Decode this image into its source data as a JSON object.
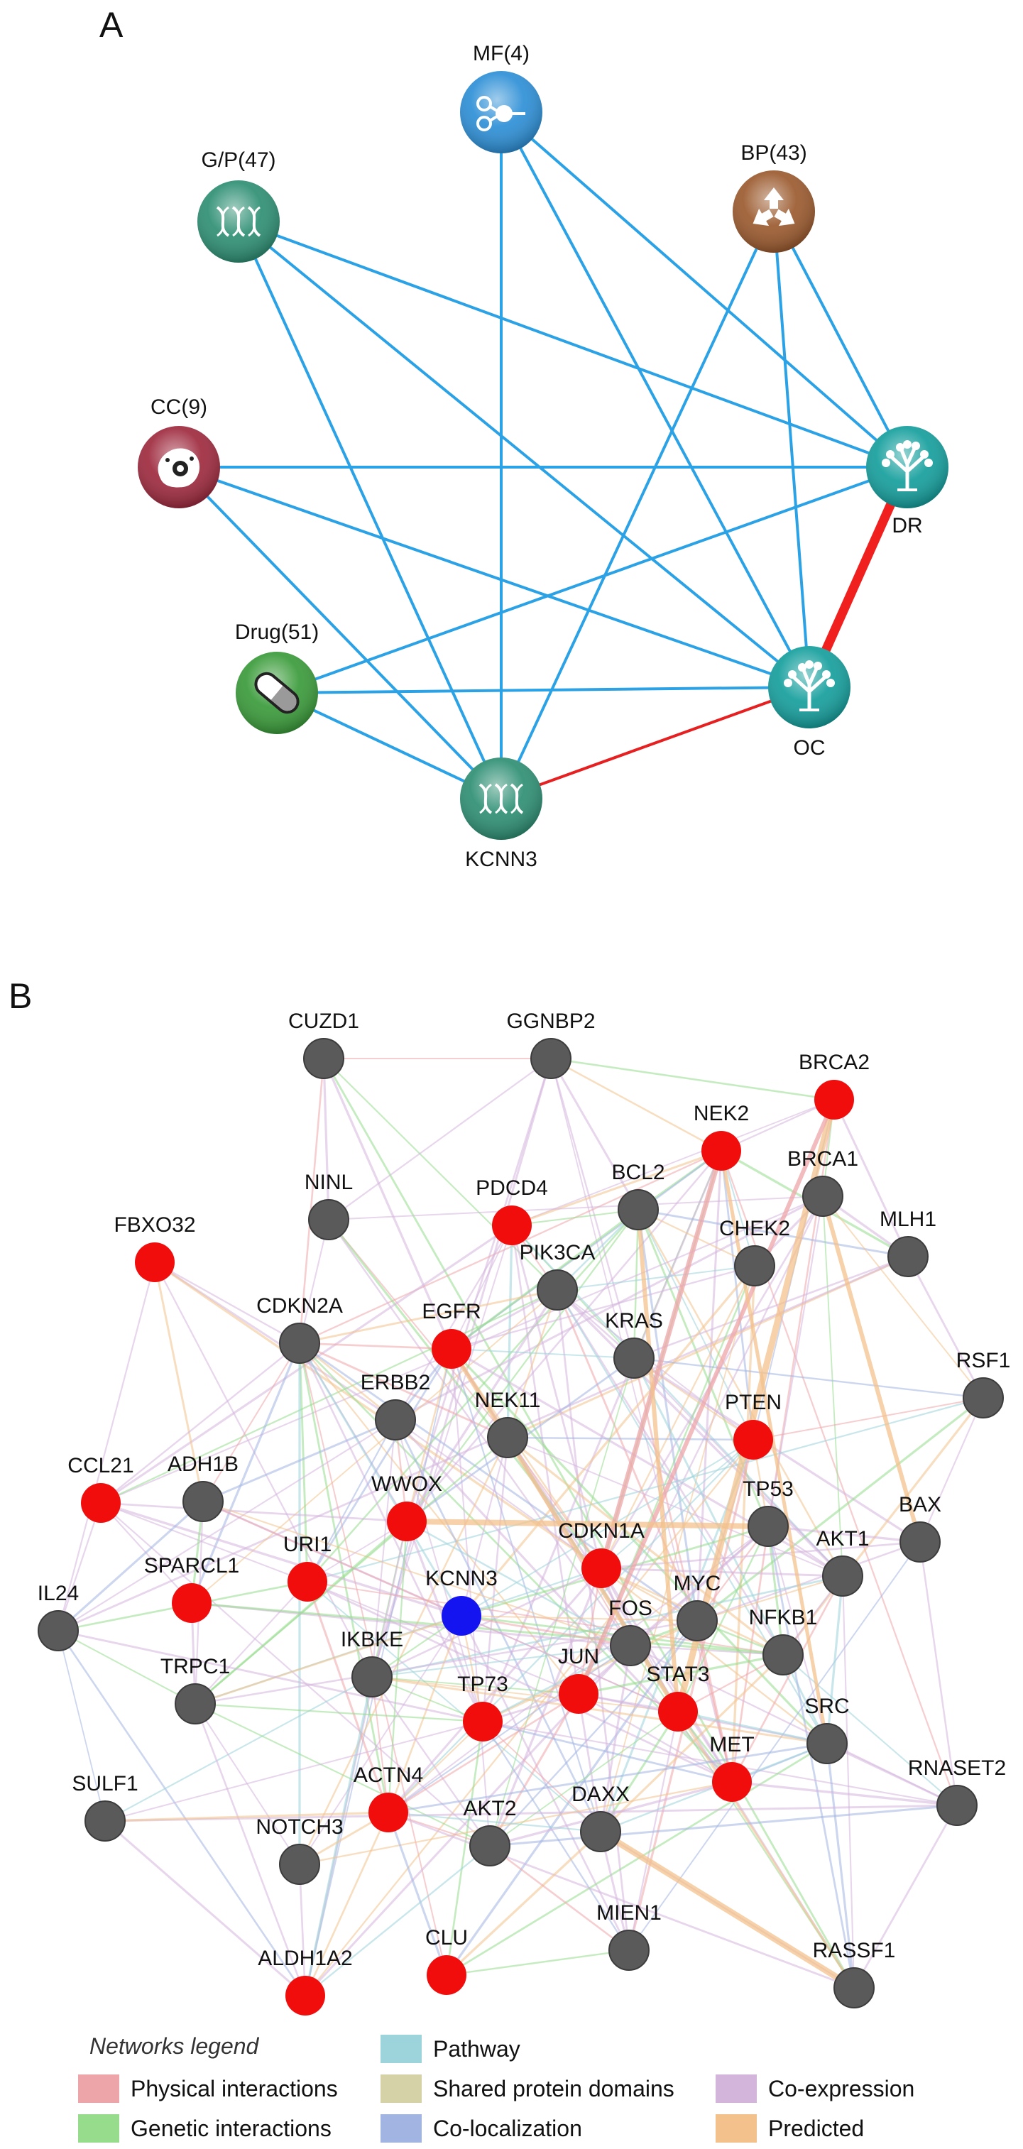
{
  "panel_a": {
    "label": "A",
    "nodes": [
      {
        "id": "MF",
        "label": "MF(4)",
        "icon": "network-share-icon",
        "color": "#2d8fd6"
      },
      {
        "id": "GP",
        "label": "G/P(47)",
        "icon": "dna-icon",
        "color": "#2e8f73"
      },
      {
        "id": "BP",
        "label": "BP(43)",
        "icon": "recycle-icon",
        "color": "#9b5a2e"
      },
      {
        "id": "CC",
        "label": "CC(9)",
        "icon": "cell-icon",
        "color": "#9e2a3e"
      },
      {
        "id": "DR",
        "label": "DR",
        "icon": "tree-icon",
        "color": "#159f9d"
      },
      {
        "id": "Drug",
        "label": "Drug(51)",
        "icon": "pill-icon",
        "color": "#3a9b3a"
      },
      {
        "id": "OC",
        "label": "OC",
        "icon": "tree-icon",
        "color": "#159f9d"
      },
      {
        "id": "KCNN3",
        "label": "KCNN3",
        "icon": "dna-icon",
        "color": "#2e8f73"
      }
    ],
    "edges": [
      [
        "MF",
        "DR",
        "blue"
      ],
      [
        "MF",
        "OC",
        "blue"
      ],
      [
        "MF",
        "KCNN3",
        "blue"
      ],
      [
        "GP",
        "DR",
        "blue"
      ],
      [
        "GP",
        "OC",
        "blue"
      ],
      [
        "GP",
        "KCNN3",
        "blue"
      ],
      [
        "BP",
        "DR",
        "blue"
      ],
      [
        "BP",
        "OC",
        "blue"
      ],
      [
        "BP",
        "KCNN3",
        "blue"
      ],
      [
        "CC",
        "DR",
        "blue"
      ],
      [
        "CC",
        "OC",
        "blue"
      ],
      [
        "CC",
        "KCNN3",
        "blue"
      ],
      [
        "Drug",
        "DR",
        "blue"
      ],
      [
        "Drug",
        "OC",
        "blue"
      ],
      [
        "Drug",
        "KCNN3",
        "blue"
      ],
      [
        "DR",
        "OC",
        "red-thick"
      ],
      [
        "KCNN3",
        "OC",
        "red"
      ]
    ]
  },
  "panel_b": {
    "label": "B",
    "nodes": [
      {
        "id": "CUZD1",
        "label": "CUZD1",
        "color": "gray"
      },
      {
        "id": "GGNBP2",
        "label": "GGNBP2",
        "color": "gray"
      },
      {
        "id": "BRCA2",
        "label": "BRCA2",
        "color": "red"
      },
      {
        "id": "NEK2",
        "label": "NEK2",
        "color": "red"
      },
      {
        "id": "NINL",
        "label": "NINL",
        "color": "gray"
      },
      {
        "id": "PDCD4",
        "label": "PDCD4",
        "color": "red"
      },
      {
        "id": "BCL2",
        "label": "BCL2",
        "color": "gray"
      },
      {
        "id": "BRCA1",
        "label": "BRCA1",
        "color": "gray"
      },
      {
        "id": "FBXO32",
        "label": "FBXO32",
        "color": "red"
      },
      {
        "id": "MLH1",
        "label": "MLH1",
        "color": "gray"
      },
      {
        "id": "PIK3CA",
        "label": "PIK3CA",
        "color": "gray"
      },
      {
        "id": "CHEK2",
        "label": "CHEK2",
        "color": "gray"
      },
      {
        "id": "CDKN2A",
        "label": "CDKN2A",
        "color": "gray"
      },
      {
        "id": "EGFR",
        "label": "EGFR",
        "color": "red"
      },
      {
        "id": "KRAS",
        "label": "KRAS",
        "color": "gray"
      },
      {
        "id": "RSF1",
        "label": "RSF1",
        "color": "gray"
      },
      {
        "id": "ERBB2",
        "label": "ERBB2",
        "color": "gray"
      },
      {
        "id": "NEK11",
        "label": "NEK11",
        "color": "gray"
      },
      {
        "id": "PTEN",
        "label": "PTEN",
        "color": "red"
      },
      {
        "id": "CCL21",
        "label": "CCL21",
        "color": "red"
      },
      {
        "id": "ADH1B",
        "label": "ADH1B",
        "color": "gray"
      },
      {
        "id": "WWOX",
        "label": "WWOX",
        "color": "red"
      },
      {
        "id": "TP53",
        "label": "TP53",
        "color": "gray"
      },
      {
        "id": "BAX",
        "label": "BAX",
        "color": "gray"
      },
      {
        "id": "URI1",
        "label": "URI1",
        "color": "red"
      },
      {
        "id": "CDKN1A",
        "label": "CDKN1A",
        "color": "red"
      },
      {
        "id": "AKT1",
        "label": "AKT1",
        "color": "gray"
      },
      {
        "id": "SPARCL1",
        "label": "SPARCL1",
        "color": "red"
      },
      {
        "id": "KCNN3",
        "label": "KCNN3",
        "color": "blue"
      },
      {
        "id": "MYC",
        "label": "MYC",
        "color": "gray"
      },
      {
        "id": "IL24",
        "label": "IL24",
        "color": "gray"
      },
      {
        "id": "FOS",
        "label": "FOS",
        "color": "gray"
      },
      {
        "id": "NFKB1",
        "label": "NFKB1",
        "color": "gray"
      },
      {
        "id": "IKBKE",
        "label": "IKBKE",
        "color": "gray"
      },
      {
        "id": "TRPC1",
        "label": "TRPC1",
        "color": "gray"
      },
      {
        "id": "JUN",
        "label": "JUN",
        "color": "red"
      },
      {
        "id": "STAT3",
        "label": "STAT3",
        "color": "red"
      },
      {
        "id": "TP73",
        "label": "TP73",
        "color": "red"
      },
      {
        "id": "SRC",
        "label": "SRC",
        "color": "gray"
      },
      {
        "id": "RNASET2",
        "label": "RNASET2",
        "color": "gray"
      },
      {
        "id": "MET",
        "label": "MET",
        "color": "red"
      },
      {
        "id": "SULF1",
        "label": "SULF1",
        "color": "gray"
      },
      {
        "id": "ACTN4",
        "label": "ACTN4",
        "color": "red"
      },
      {
        "id": "DAXX",
        "label": "DAXX",
        "color": "gray"
      },
      {
        "id": "NOTCH3",
        "label": "NOTCH3",
        "color": "gray"
      },
      {
        "id": "AKT2",
        "label": "AKT2",
        "color": "gray"
      },
      {
        "id": "MIEN1",
        "label": "MIEN1",
        "color": "gray"
      },
      {
        "id": "RASSF1",
        "label": "RASSF1",
        "color": "gray"
      },
      {
        "id": "ALDH1A2",
        "label": "ALDH1A2",
        "color": "red"
      },
      {
        "id": "CLU",
        "label": "CLU",
        "color": "red"
      }
    ],
    "legend": {
      "title": "Networks legend",
      "items": [
        {
          "label": "Pathway",
          "color": "#9dd3da"
        },
        {
          "label": "Physical interactions",
          "color": "#eea5aa"
        },
        {
          "label": "Shared protein domains",
          "color": "#d6d2a8"
        },
        {
          "label": "Co-expression",
          "color": "#d3b5dc"
        },
        {
          "label": "Genetic interactions",
          "color": "#96dc8c"
        },
        {
          "label": "Co-localization",
          "color": "#a2b5e2"
        },
        {
          "label": "Predicted",
          "color": "#f3c28c"
        }
      ]
    }
  }
}
